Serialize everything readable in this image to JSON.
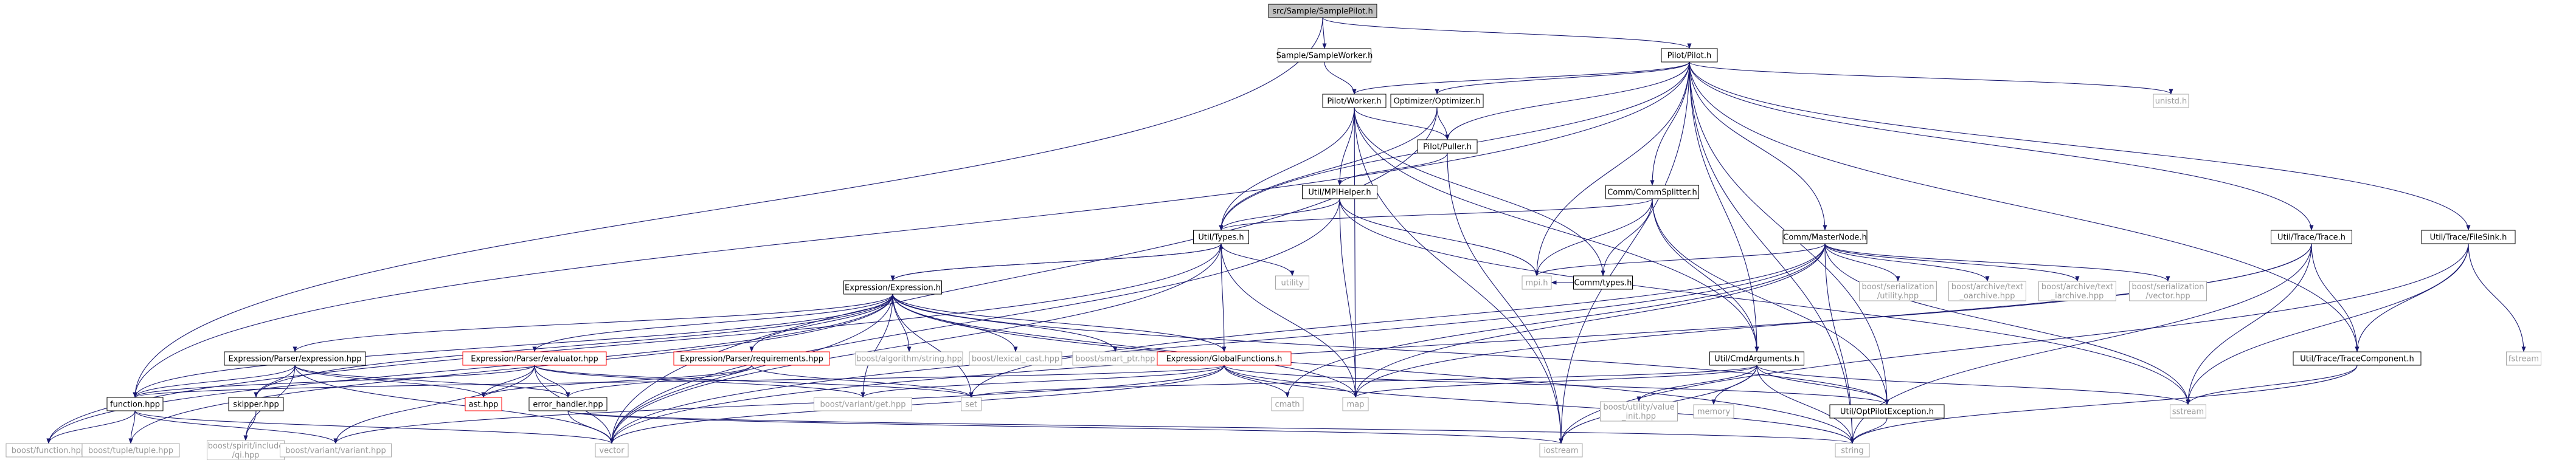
{
  "colors": {
    "edge": "#191970",
    "edge_muted": "#8f96a8",
    "border": "#000000",
    "border_muted": "#a9a9a9",
    "border_red": "#ff0000",
    "root_fill": "#bfbfbf",
    "fill": "#ffffff"
  },
  "nodes": [
    {
      "id": "root",
      "label": "src/Sample/SamplePilot.h",
      "style": "root"
    },
    {
      "id": "sworker",
      "label": "Sample/SampleWorker.h",
      "style": "normal"
    },
    {
      "id": "pilot",
      "label": "Pilot/Pilot.h",
      "style": "normal"
    },
    {
      "id": "pworker",
      "label": "Pilot/Worker.h",
      "style": "normal"
    },
    {
      "id": "optimizer",
      "label": "Optimizer/Optimizer.h",
      "style": "normal"
    },
    {
      "id": "unistd",
      "label": "unistd.h",
      "style": "gray"
    },
    {
      "id": "puller",
      "label": "Pilot/Puller.h",
      "style": "normal"
    },
    {
      "id": "mpihelper",
      "label": "Util/MPIHelper.h",
      "style": "normal"
    },
    {
      "id": "commsplitter",
      "label": "Comm/CommSplitter.h",
      "style": "normal"
    },
    {
      "id": "types",
      "label": "Util/Types.h",
      "style": "normal"
    },
    {
      "id": "utility",
      "label": "utility",
      "style": "gray"
    },
    {
      "id": "commtypes",
      "label": "Comm/types.h",
      "style": "normal"
    },
    {
      "id": "mpi",
      "label": "mpi.h",
      "style": "gray"
    },
    {
      "id": "masternode",
      "label": "Comm/MasterNode.h",
      "style": "normal"
    },
    {
      "id": "trace",
      "label": "Util/Trace/Trace.h",
      "style": "normal"
    },
    {
      "id": "filesink",
      "label": "Util/Trace/FileSink.h",
      "style": "normal"
    },
    {
      "id": "expression",
      "label": "Expression/Expression.h",
      "style": "normal"
    },
    {
      "id": "p_expression",
      "label": "Expression/Parser/expression.hpp",
      "style": "normal"
    },
    {
      "id": "p_evaluator",
      "label": "Expression/Parser/evaluator.hpp",
      "style": "red"
    },
    {
      "id": "p_requirements",
      "label": "Expression/Parser/requirements.hpp",
      "style": "red"
    },
    {
      "id": "b_algo",
      "label": "boost/algorithm/string.hpp",
      "style": "gray"
    },
    {
      "id": "b_lexical",
      "label": "boost/lexical_cast.hpp",
      "style": "gray"
    },
    {
      "id": "b_smartptr",
      "label": "boost/smart_ptr.hpp",
      "style": "gray"
    },
    {
      "id": "globalfunc",
      "label": "Expression/GlobalFunctions.h",
      "style": "red"
    },
    {
      "id": "b_ser_util",
      "label": [
        "boost/serialization",
        "/utility.hpp"
      ],
      "style": "gray"
    },
    {
      "id": "b_arch_oa",
      "label": [
        "boost/archive/text",
        "_oarchive.hpp"
      ],
      "style": "gray"
    },
    {
      "id": "b_arch_ia",
      "label": [
        "boost/archive/text",
        "_iarchive.hpp"
      ],
      "style": "gray"
    },
    {
      "id": "b_ser_vec",
      "label": [
        "boost/serialization",
        "/vector.hpp"
      ],
      "style": "gray"
    },
    {
      "id": "tracecomp",
      "label": "Util/Trace/TraceComponent.h",
      "style": "normal"
    },
    {
      "id": "fstream",
      "label": "fstream",
      "style": "gray"
    },
    {
      "id": "cmdargs",
      "label": "Util/CmdArguments.h",
      "style": "normal"
    },
    {
      "id": "function",
      "label": "function.hpp",
      "style": "normal"
    },
    {
      "id": "skipper",
      "label": "skipper.hpp",
      "style": "normal"
    },
    {
      "id": "ast",
      "label": "ast.hpp",
      "style": "red"
    },
    {
      "id": "errhandler",
      "label": "error_handler.hpp",
      "style": "normal"
    },
    {
      "id": "b_variant_get",
      "label": "boost/variant/get.hpp",
      "style": "gray"
    },
    {
      "id": "set",
      "label": "set",
      "style": "gray"
    },
    {
      "id": "cmath",
      "label": "cmath",
      "style": "gray"
    },
    {
      "id": "map",
      "label": "map",
      "style": "gray"
    },
    {
      "id": "b_util_value",
      "label": [
        "boost/utility/value",
        "_init.hpp"
      ],
      "style": "gray"
    },
    {
      "id": "memory",
      "label": "memory",
      "style": "gray"
    },
    {
      "id": "optpilotexc",
      "label": "Util/OptPilotException.h",
      "style": "normal"
    },
    {
      "id": "sstream",
      "label": "sstream",
      "style": "gray"
    },
    {
      "id": "b_function",
      "label": "boost/function.hpp",
      "style": "gray"
    },
    {
      "id": "b_tuple",
      "label": "boost/tuple/tuple.hpp",
      "style": "gray"
    },
    {
      "id": "b_spirit",
      "label": [
        "boost/spirit/include",
        "/qi.hpp"
      ],
      "style": "gray"
    },
    {
      "id": "b_variant",
      "label": "boost/variant/variant.hpp",
      "style": "gray"
    },
    {
      "id": "vector",
      "label": "vector",
      "style": "gray"
    },
    {
      "id": "iostream",
      "label": "iostream",
      "style": "gray"
    },
    {
      "id": "string",
      "label": "string",
      "style": "gray"
    }
  ],
  "edges": [
    [
      "root",
      "sworker"
    ],
    [
      "root",
      "pilot"
    ],
    [
      "root",
      "function"
    ],
    [
      "sworker",
      "pworker"
    ],
    [
      "pilot",
      "pworker"
    ],
    [
      "pilot",
      "optimizer"
    ],
    [
      "pilot",
      "puller"
    ],
    [
      "pilot",
      "unistd"
    ],
    [
      "pilot",
      "commsplitter"
    ],
    [
      "pilot",
      "masternode"
    ],
    [
      "pilot",
      "trace"
    ],
    [
      "pilot",
      "filesink"
    ],
    [
      "pilot",
      "tracecomp"
    ],
    [
      "pilot",
      "cmdargs"
    ],
    [
      "pilot",
      "optpilotexc"
    ],
    [
      "pilot",
      "types"
    ],
    [
      "pilot",
      "mpi"
    ],
    [
      "pilot",
      "function"
    ],
    [
      "pilot",
      "string"
    ],
    [
      "pilot",
      "iostream"
    ],
    [
      "pworker",
      "puller"
    ],
    [
      "pworker",
      "mpihelper"
    ],
    [
      "pworker",
      "types"
    ],
    [
      "pworker",
      "commtypes"
    ],
    [
      "pworker",
      "cmdargs"
    ],
    [
      "pworker",
      "map"
    ],
    [
      "pworker",
      "iostream"
    ],
    [
      "optimizer",
      "puller"
    ],
    [
      "optimizer",
      "types"
    ],
    [
      "optimizer",
      "vector"
    ],
    [
      "puller",
      "mpihelper"
    ],
    [
      "puller",
      "iostream"
    ],
    [
      "mpihelper",
      "types"
    ],
    [
      "mpihelper",
      "mpi"
    ],
    [
      "mpihelper",
      "map"
    ],
    [
      "mpihelper",
      "sstream"
    ],
    [
      "mpihelper",
      "vector"
    ],
    [
      "commsplitter",
      "commtypes"
    ],
    [
      "commsplitter",
      "mpi"
    ],
    [
      "commsplitter",
      "types"
    ],
    [
      "commsplitter",
      "cmdargs"
    ],
    [
      "commsplitter",
      "optpilotexc"
    ],
    [
      "commtypes",
      "mpi"
    ],
    [
      "types",
      "utility"
    ],
    [
      "types",
      "expression"
    ],
    [
      "types",
      "map"
    ],
    [
      "types",
      "vector"
    ],
    [
      "types",
      "b_function"
    ],
    [
      "masternode",
      "mpi"
    ],
    [
      "masternode",
      "b_ser_util"
    ],
    [
      "masternode",
      "b_arch_oa"
    ],
    [
      "masternode",
      "b_arch_ia"
    ],
    [
      "masternode",
      "b_ser_vec"
    ],
    [
      "masternode",
      "sstream"
    ],
    [
      "masternode",
      "set"
    ],
    [
      "masternode",
      "map"
    ],
    [
      "masternode",
      "vector"
    ],
    [
      "masternode",
      "cmath"
    ],
    [
      "masternode",
      "string"
    ],
    [
      "trace",
      "tracecomp"
    ],
    [
      "trace",
      "sstream"
    ],
    [
      "trace",
      "map"
    ],
    [
      "trace",
      "string"
    ],
    [
      "trace",
      "vector"
    ],
    [
      "filesink",
      "tracecomp"
    ],
    [
      "filesink",
      "fstream"
    ],
    [
      "filesink",
      "sstream"
    ],
    [
      "filesink",
      "iostream"
    ],
    [
      "tracecomp",
      "sstream"
    ],
    [
      "tracecomp",
      "string"
    ],
    [
      "expression",
      "types"
    ],
    [
      "expression",
      "p_expression"
    ],
    [
      "expression",
      "p_evaluator"
    ],
    [
      "expression",
      "p_requirements"
    ],
    [
      "expression",
      "b_algo"
    ],
    [
      "expression",
      "b_lexical"
    ],
    [
      "expression",
      "b_smartptr"
    ],
    [
      "expression",
      "globalfunc"
    ],
    [
      "expression",
      "function"
    ],
    [
      "expression",
      "skipper"
    ],
    [
      "expression",
      "b_variant_get"
    ],
    [
      "expression",
      "set"
    ],
    [
      "expression",
      "map"
    ],
    [
      "expression",
      "optpilotexc"
    ],
    [
      "expression",
      "b_tuple"
    ],
    [
      "expression",
      "b_function"
    ],
    [
      "expression",
      "string"
    ],
    [
      "expression",
      "vector"
    ],
    [
      "p_expression",
      "function"
    ],
    [
      "p_expression",
      "skipper"
    ],
    [
      "p_expression",
      "b_spirit"
    ],
    [
      "p_expression",
      "ast"
    ],
    [
      "p_expression",
      "errhandler"
    ],
    [
      "p_expression",
      "vector"
    ],
    [
      "p_evaluator",
      "function"
    ],
    [
      "p_evaluator",
      "ast"
    ],
    [
      "p_evaluator",
      "errhandler"
    ],
    [
      "p_evaluator",
      "b_variant_get"
    ],
    [
      "p_evaluator",
      "b_variant"
    ],
    [
      "p_evaluator",
      "set"
    ],
    [
      "p_evaluator",
      "vector"
    ],
    [
      "p_requirements",
      "ast"
    ],
    [
      "p_requirements",
      "set"
    ],
    [
      "p_requirements",
      "errhandler"
    ],
    [
      "globalfunc",
      "types"
    ],
    [
      "globalfunc",
      "cmath"
    ],
    [
      "globalfunc",
      "function"
    ],
    [
      "globalfunc",
      "b_variant_get"
    ],
    [
      "globalfunc",
      "map"
    ],
    [
      "globalfunc",
      "optpilotexc"
    ],
    [
      "globalfunc",
      "vector"
    ],
    [
      "globalfunc",
      "b_variant"
    ],
    [
      "globalfunc",
      "string"
    ],
    [
      "cmdargs",
      "optpilotexc"
    ],
    [
      "cmdargs",
      "map"
    ],
    [
      "cmdargs",
      "b_util_value"
    ],
    [
      "cmdargs",
      "memory"
    ],
    [
      "cmdargs",
      "sstream"
    ],
    [
      "cmdargs",
      "set"
    ],
    [
      "cmdargs",
      "string"
    ],
    [
      "cmdargs",
      "iostream"
    ],
    [
      "function",
      "b_function"
    ],
    [
      "function",
      "b_tuple"
    ],
    [
      "function",
      "b_variant"
    ],
    [
      "function",
      "vector"
    ],
    [
      "skipper",
      "b_spirit"
    ],
    [
      "errhandler",
      "vector"
    ],
    [
      "errhandler",
      "iostream"
    ],
    [
      "errhandler",
      "string"
    ],
    [
      "optpilotexc",
      "string"
    ]
  ]
}
